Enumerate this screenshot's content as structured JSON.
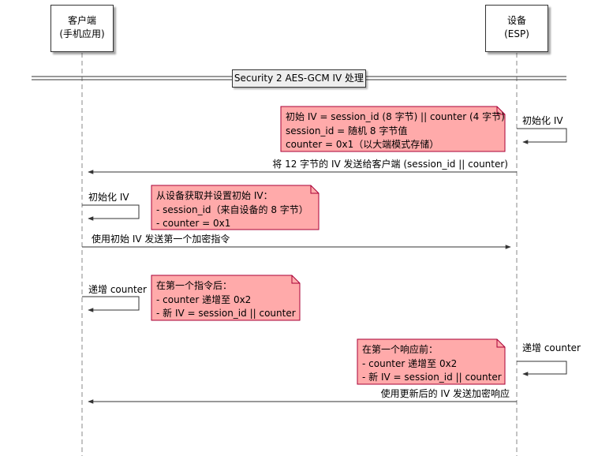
{
  "participants": {
    "client": {
      "line1": "客户端",
      "line2": "(手机应用)"
    },
    "device": {
      "line1": "设备",
      "line2": "(ESP)"
    }
  },
  "divider": {
    "title": "Security 2 AES-GCM IV 处理"
  },
  "messages": {
    "device_self": "初始化 IV",
    "send_iv": "将 12 字节的 IV 发送给客户端 (session_id || counter)",
    "client_self": "初始化 IV",
    "first_cmd": "使用初始 IV 发送第一个加密指令",
    "client_incr": "递增 counter",
    "device_incr": "递增 counter",
    "send_resp": "使用更新后的 IV 发送加密响应"
  },
  "notes": {
    "n1": [
      "初始 IV = session_id (8 字节) || counter (4 字节)",
      "session_id = 随机 8 字节值",
      "counter = 0x1（以大端模式存储）"
    ],
    "n2": [
      "从设备获取并设置初始 IV：",
      "- session_id（来自设备的 8 字节）",
      "- counter = 0x1"
    ],
    "n3": [
      "在第一个指令后：",
      "- counter 递增至 0x2",
      "- 新 IV = session_id || counter"
    ],
    "n4": [
      "在第一个响应前：",
      "- counter 递增至 0x2",
      "- 新 IV = session_id || counter"
    ]
  },
  "colors": {
    "note_fill": "#ffaaaa",
    "note_border": "#a80036",
    "divider_fill": "#eeeeee"
  }
}
